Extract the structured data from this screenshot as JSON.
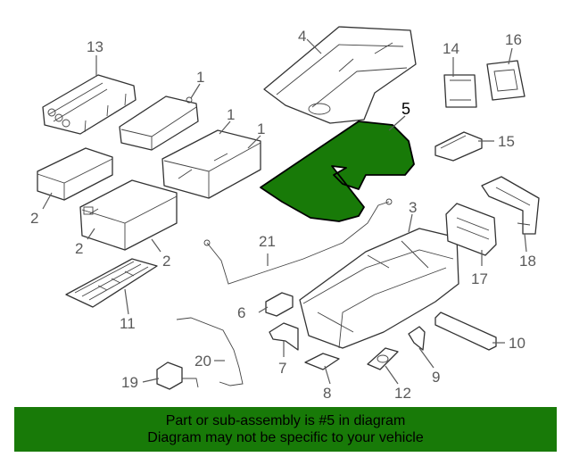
{
  "diagram": {
    "highlight_color": "#187a08",
    "highlighted_part": "5",
    "callouts": {
      "c1a": "1",
      "c1b": "1",
      "c1c": "1",
      "c2a": "2",
      "c2b": "2",
      "c2c": "2",
      "c3": "3",
      "c4": "4",
      "c5": "5",
      "c6": "6",
      "c7": "7",
      "c8": "8",
      "c9": "9",
      "c10": "10",
      "c11": "11",
      "c12": "12",
      "c13": "13",
      "c14": "14",
      "c15": "15",
      "c16": "16",
      "c17": "17",
      "c18": "18",
      "c19": "19",
      "c20": "20",
      "c21": "21"
    }
  },
  "banner": {
    "line1": "Part or sub-assembly is #5 in diagram",
    "line2": "Diagram may not be specific to your vehicle",
    "color": "#187a08"
  }
}
